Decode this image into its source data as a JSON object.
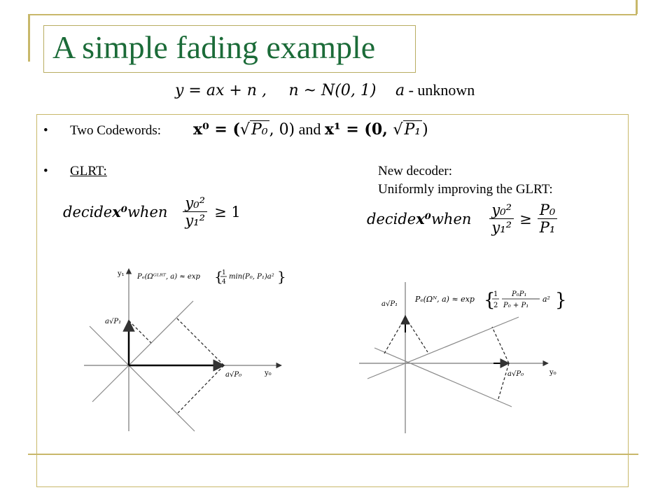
{
  "slide": {
    "title": "A simple fading example",
    "model": {
      "lhs": "y = ax + n ,",
      "noise": "n ~ N(0, 1)",
      "a_var": "a",
      "a_desc": " - unknown"
    },
    "bullets": [
      {
        "label": "Two Codewords:",
        "underline": false
      },
      {
        "label": "GLRT:",
        "underline": true
      }
    ],
    "codewords": {
      "x0_lhs": "x⁰ = (",
      "x0_sqrt": "P₀",
      "x0_rhs": ", 0)",
      "and": " and ",
      "x1_lhs": "x¹ = (0, ",
      "x1_sqrt": "P₁",
      "x1_rhs": ")"
    },
    "glrt_rule": {
      "decide": "decide ",
      "x0": "x⁰",
      "when": " when ",
      "num": "y₀²",
      "den": "y₁²",
      "rel": "≥ 1"
    },
    "new_decoder": {
      "line1": "New decoder:",
      "line2": "Uniformly improving the GLRT:"
    },
    "new_rule": {
      "decide": "decide ",
      "x0": "x⁰",
      "when": " when ",
      "num": "y₀²",
      "den": "y₁²",
      "rel": "≥",
      "rnum": "P₀",
      "rden": "P₁"
    },
    "left_diagram": {
      "y_axis_label": "y₁",
      "x_axis_label": "y₀",
      "y_point_label": "a√P₁",
      "x_point_label": "a√P₀",
      "error_lhs": "Pₑ(Ωᴳᴸᴿᵀ, a) ≈ exp",
      "error_frac_num": "1",
      "error_frac_den": "4",
      "error_rest": "min(P₀, P₁)a²"
    },
    "right_diagram": {
      "y_point_label": "a√P₁",
      "x_axis_label": "y₀",
      "x_point_label": "a√P₀",
      "error_lhs": "Pₑ(Ωᴺ, a) ≈ exp",
      "error_frac_num": "1",
      "error_frac_den": "2",
      "error_frac2_num": "P₀P₁",
      "error_frac2_den": "P₀ + P₁",
      "error_rest": "a²"
    },
    "colors": {
      "title": "#1b6b38",
      "frame": "#c8b86a"
    }
  }
}
